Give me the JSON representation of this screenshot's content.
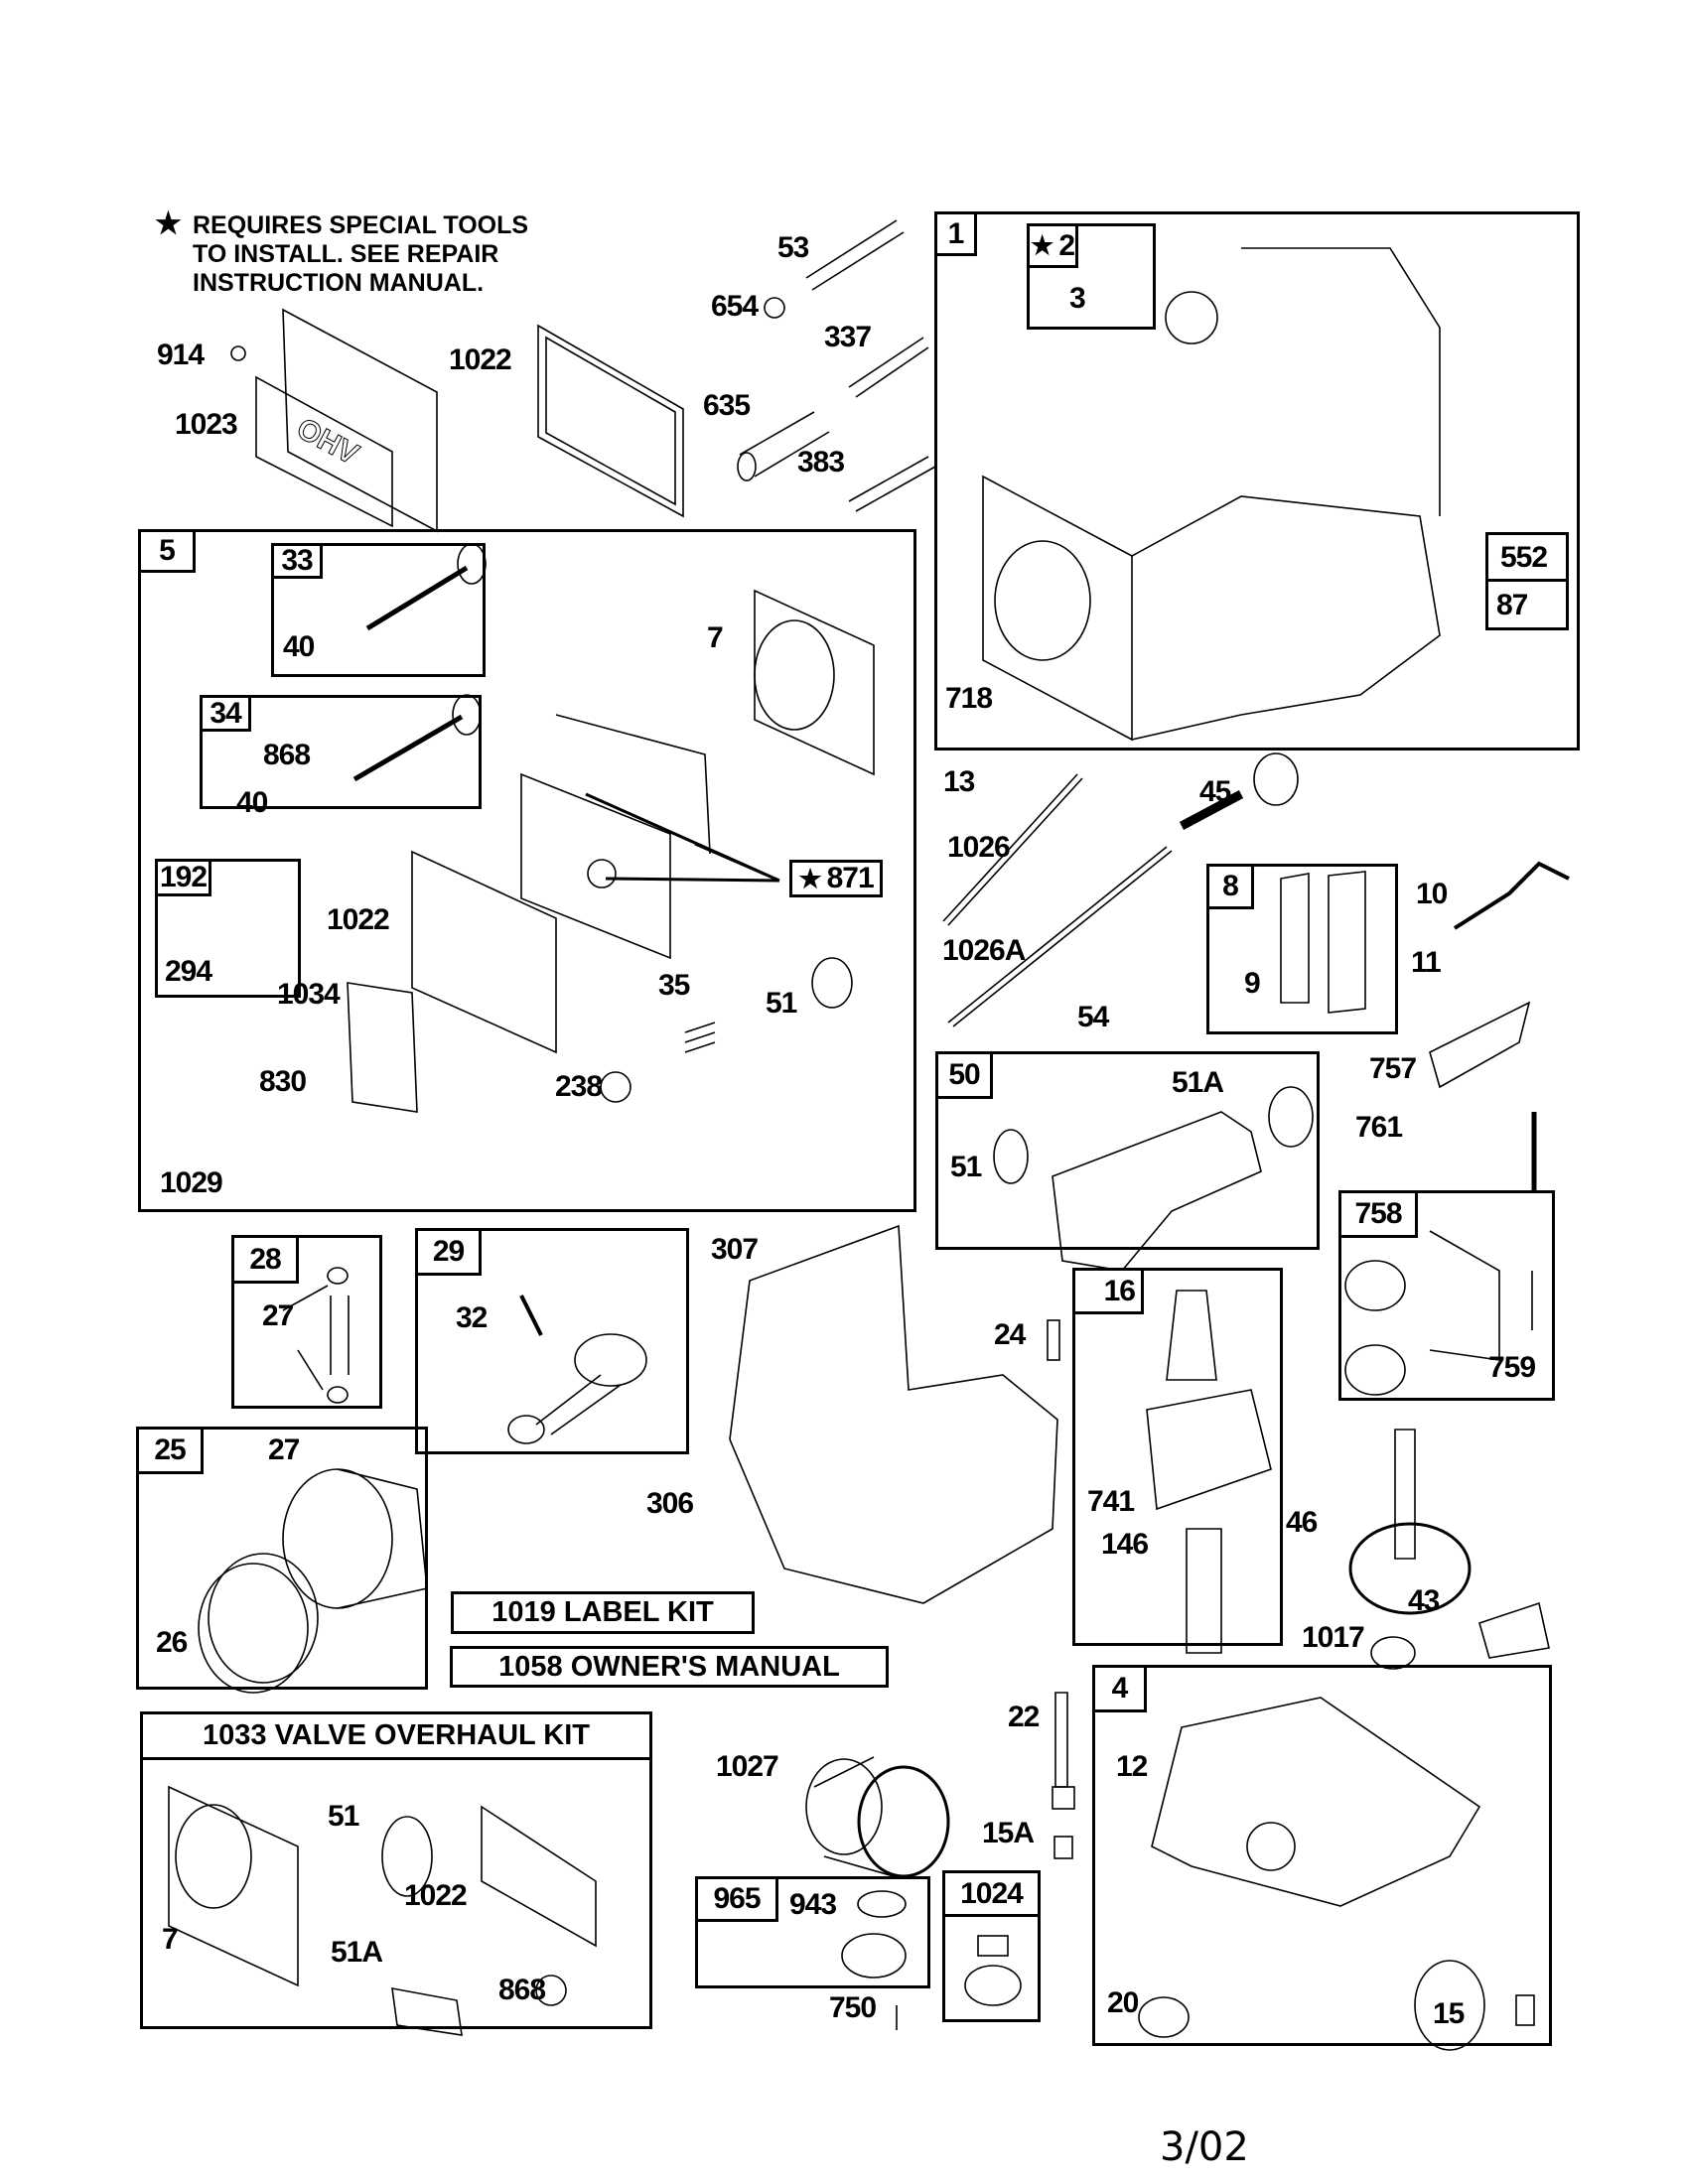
{
  "note": {
    "star": "★",
    "lines": [
      "REQUIRES SPECIAL TOOLS",
      "TO INSTALL.  SEE REPAIR",
      "INSTRUCTION MANUAL."
    ]
  },
  "groups": {
    "short_block": {
      "id": "1",
      "sub": [
        {
          "id": "2",
          "starred": true,
          "star": "★"
        },
        {
          "id": "3"
        }
      ],
      "valve_group": [
        "552",
        "87"
      ],
      "labels": [
        "718"
      ]
    },
    "cylinder_head": {
      "id": "5",
      "labels": [
        "7",
        "1022",
        "51",
        "35",
        "238",
        "1034",
        "830",
        "1029"
      ],
      "star_part": {
        "star": "★",
        "id": "871"
      }
    },
    "exhaust_valve": {
      "id": "33",
      "labels": [
        "40"
      ]
    },
    "intake_valve": {
      "id": "34",
      "labels": [
        "868",
        "40"
      ]
    },
    "breather": {
      "id": "192",
      "labels": [
        "294"
      ]
    },
    "gasket_kit_8": {
      "id": "8",
      "labels": [
        "9"
      ]
    },
    "intake_manifold": {
      "id": "50",
      "labels": [
        "51",
        "51A"
      ]
    },
    "governor": {
      "id": "758",
      "labels": [
        "759"
      ]
    },
    "pin_kit": {
      "id": "28",
      "labels": [
        "27"
      ]
    },
    "con_rod": {
      "id": "29",
      "labels": [
        "32"
      ]
    },
    "piston": {
      "id": "25",
      "labels": [
        "27",
        "26"
      ]
    },
    "crankshaft": {
      "id": "16",
      "labels": [
        "741",
        "146"
      ]
    },
    "sump": {
      "id": "4",
      "labels": [
        "12",
        "20",
        "15"
      ]
    },
    "oil_pump": {
      "id": "965",
      "labels": [
        "943"
      ]
    },
    "rotor": {
      "id": "1024"
    }
  },
  "loose_labels": {
    "l914": "914",
    "l1023": "1023",
    "l1022": "1022",
    "l53": "53",
    "l654": "654",
    "l337": "337",
    "l635": "635",
    "l383": "383",
    "l13": "13",
    "l45": "45",
    "l1026": "1026",
    "l1026a": "1026A",
    "l54": "54",
    "l10": "10",
    "l11": "11",
    "l757": "757",
    "l761": "761",
    "l307": "307",
    "l24": "24",
    "l306": "306",
    "l46": "46",
    "l43": "43",
    "l1017": "1017",
    "l1027": "1027",
    "l22": "22",
    "l15a": "15A",
    "l750": "750"
  },
  "banners": {
    "label_kit": "1019 LABEL KIT",
    "owners_manual": "1058 OWNER'S MANUAL",
    "valve_kit": {
      "title": "1033 VALVE OVERHAUL KIT",
      "labels": [
        "51",
        "1022",
        "7",
        "51A",
        "868"
      ]
    }
  },
  "footer": {
    "date": "3/02"
  }
}
